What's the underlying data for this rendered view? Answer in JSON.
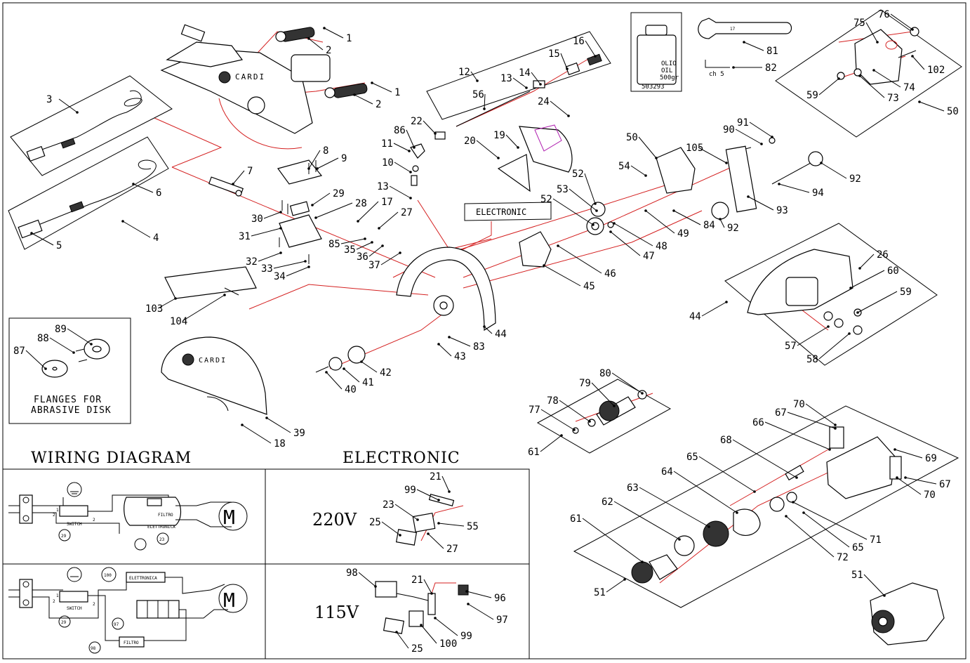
{
  "brand": "CARDI",
  "callouts": [
    {
      "id": "c1a",
      "text": "1"
    },
    {
      "id": "c1b",
      "text": "1"
    },
    {
      "id": "c2a",
      "text": "2"
    },
    {
      "id": "c2b",
      "text": "2"
    },
    {
      "id": "c3",
      "text": "3"
    },
    {
      "id": "c4",
      "text": "4"
    },
    {
      "id": "c5",
      "text": "5"
    },
    {
      "id": "c6",
      "text": "6"
    },
    {
      "id": "c7",
      "text": "7"
    },
    {
      "id": "c8",
      "text": "8"
    },
    {
      "id": "c9",
      "text": "9"
    },
    {
      "id": "c10",
      "text": "10"
    },
    {
      "id": "c11",
      "text": "11"
    },
    {
      "id": "c12",
      "text": "12"
    },
    {
      "id": "c13a",
      "text": "13"
    },
    {
      "id": "c13b",
      "text": "13"
    },
    {
      "id": "c14",
      "text": "14"
    },
    {
      "id": "c15",
      "text": "15"
    },
    {
      "id": "c16",
      "text": "16"
    },
    {
      "id": "c17",
      "text": "17"
    },
    {
      "id": "c18",
      "text": "18"
    },
    {
      "id": "c19",
      "text": "19"
    },
    {
      "id": "c20",
      "text": "20"
    },
    {
      "id": "c22",
      "text": "22"
    },
    {
      "id": "c24",
      "text": "24"
    },
    {
      "id": "c26",
      "text": "26"
    },
    {
      "id": "c27",
      "text": "27"
    },
    {
      "id": "c28",
      "text": "28"
    },
    {
      "id": "c29",
      "text": "29"
    },
    {
      "id": "c30",
      "text": "30"
    },
    {
      "id": "c31",
      "text": "31"
    },
    {
      "id": "c32",
      "text": "32"
    },
    {
      "id": "c33",
      "text": "33"
    },
    {
      "id": "c34",
      "text": "34"
    },
    {
      "id": "c35",
      "text": "35"
    },
    {
      "id": "c36",
      "text": "36"
    },
    {
      "id": "c37",
      "text": "37"
    },
    {
      "id": "c39",
      "text": "39"
    },
    {
      "id": "c40",
      "text": "40"
    },
    {
      "id": "c41",
      "text": "41"
    },
    {
      "id": "c42",
      "text": "42"
    },
    {
      "id": "c43",
      "text": "43"
    },
    {
      "id": "c44a",
      "text": "44"
    },
    {
      "id": "c44b",
      "text": "44"
    },
    {
      "id": "c45",
      "text": "45"
    },
    {
      "id": "c46",
      "text": "46"
    },
    {
      "id": "c47",
      "text": "47"
    },
    {
      "id": "c48",
      "text": "48"
    },
    {
      "id": "c49",
      "text": "49"
    },
    {
      "id": "c50a",
      "text": "50"
    },
    {
      "id": "c50b",
      "text": "50"
    },
    {
      "id": "c51a",
      "text": "51"
    },
    {
      "id": "c51b",
      "text": "51"
    },
    {
      "id": "c52a",
      "text": "52"
    },
    {
      "id": "c52b",
      "text": "52"
    },
    {
      "id": "c53",
      "text": "53"
    },
    {
      "id": "c54",
      "text": "54"
    },
    {
      "id": "c56",
      "text": "56"
    },
    {
      "id": "c57",
      "text": "57"
    },
    {
      "id": "c58",
      "text": "58"
    },
    {
      "id": "c59a",
      "text": "59"
    },
    {
      "id": "c59b",
      "text": "59"
    },
    {
      "id": "c60",
      "text": "60"
    },
    {
      "id": "c61a",
      "text": "61"
    },
    {
      "id": "c61b",
      "text": "61"
    },
    {
      "id": "c62",
      "text": "62"
    },
    {
      "id": "c63",
      "text": "63"
    },
    {
      "id": "c64",
      "text": "64"
    },
    {
      "id": "c65a",
      "text": "65"
    },
    {
      "id": "c65b",
      "text": "65"
    },
    {
      "id": "c66",
      "text": "66"
    },
    {
      "id": "c67a",
      "text": "67"
    },
    {
      "id": "c67b",
      "text": "67"
    },
    {
      "id": "c68",
      "text": "68"
    },
    {
      "id": "c69",
      "text": "69"
    },
    {
      "id": "c70a",
      "text": "70"
    },
    {
      "id": "c70b",
      "text": "70"
    },
    {
      "id": "c71",
      "text": "71"
    },
    {
      "id": "c72",
      "text": "72"
    },
    {
      "id": "c73",
      "text": "73"
    },
    {
      "id": "c74",
      "text": "74"
    },
    {
      "id": "c75",
      "text": "75"
    },
    {
      "id": "c76",
      "text": "76"
    },
    {
      "id": "c77",
      "text": "77"
    },
    {
      "id": "c78",
      "text": "78"
    },
    {
      "id": "c79",
      "text": "79"
    },
    {
      "id": "c80",
      "text": "80"
    },
    {
      "id": "c81",
      "text": "81"
    },
    {
      "id": "c82",
      "text": "82"
    },
    {
      "id": "c83",
      "text": "83"
    },
    {
      "id": "c84",
      "text": "84"
    },
    {
      "id": "c85",
      "text": "85"
    },
    {
      "id": "c86",
      "text": "86"
    },
    {
      "id": "c87",
      "text": "87"
    },
    {
      "id": "c88",
      "text": "88"
    },
    {
      "id": "c89",
      "text": "89"
    },
    {
      "id": "c90",
      "text": "90"
    },
    {
      "id": "c91",
      "text": "91"
    },
    {
      "id": "c92a",
      "text": "92"
    },
    {
      "id": "c92b",
      "text": "92"
    },
    {
      "id": "c93",
      "text": "93"
    },
    {
      "id": "c94",
      "text": "94"
    },
    {
      "id": "c102",
      "text": "102"
    },
    {
      "id": "c103",
      "text": "103"
    },
    {
      "id": "c104",
      "text": "104"
    },
    {
      "id": "c105",
      "text": "105"
    },
    {
      "id": "e21a",
      "text": "21"
    },
    {
      "id": "e99a",
      "text": "99"
    },
    {
      "id": "e23",
      "text": "23"
    },
    {
      "id": "e25a",
      "text": "25"
    },
    {
      "id": "e55",
      "text": "55"
    },
    {
      "id": "e27",
      "text": "27"
    },
    {
      "id": "e98",
      "text": "98"
    },
    {
      "id": "e21b",
      "text": "21"
    },
    {
      "id": "e96",
      "text": "96"
    },
    {
      "id": "e97",
      "text": "97"
    },
    {
      "id": "e99b",
      "text": "99"
    },
    {
      "id": "e100",
      "text": "100"
    },
    {
      "id": "e25b",
      "text": "25"
    }
  ],
  "labels": {
    "electronic_tag": "ELECTRONIC",
    "flanges_line1": "FLANGES FOR",
    "flanges_line2": "ABRASIVE DISK",
    "wiring_title": "WIRING DIAGRAM",
    "electronic_title": "ELECTRONIC",
    "v220": "220V",
    "v115": "115V",
    "oil_line1": "OLIO",
    "oil_line2": "OIL",
    "oil_line3": "500gr",
    "oil_code": "503293",
    "wrench_size": "17",
    "hex_key": "ch 5"
  },
  "wiring": {
    "switch": "SWITCH",
    "filtro": "FILTRO",
    "elettronica": "ELETTRONICA",
    "motor": "M",
    "n1": "1",
    "n2": "2",
    "ref29a": "29",
    "ref23": "23",
    "ref29b": "29",
    "ref100": "100",
    "ref97": "97",
    "ref98": "98"
  }
}
